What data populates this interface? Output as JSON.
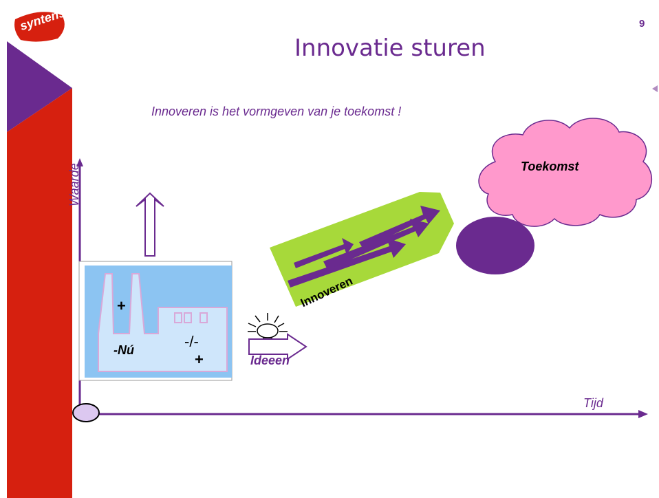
{
  "slide": {
    "page_number": "9",
    "title": "Innovatie sturen",
    "subtitle": "Innoveren is het vormgeven van je toekomst !"
  },
  "logo": {
    "text": "syntens"
  },
  "axes": {
    "y_label": "Waarde",
    "x_label": "Tijd"
  },
  "labels": {
    "future": "Toekomst",
    "innovate": "Innoveren",
    "ideas": "Ideeen",
    "now": "-Nú",
    "plus_top": "+",
    "neutral": "-/-",
    "plus_bottom": "+"
  },
  "colors": {
    "accent_purple": "#6a2a8f",
    "sidebar_red": "#d6200f",
    "factory_blue": "#8cc4f2",
    "arrow_green": "#a7d93a",
    "cloud_pink": "#ff99cc"
  }
}
